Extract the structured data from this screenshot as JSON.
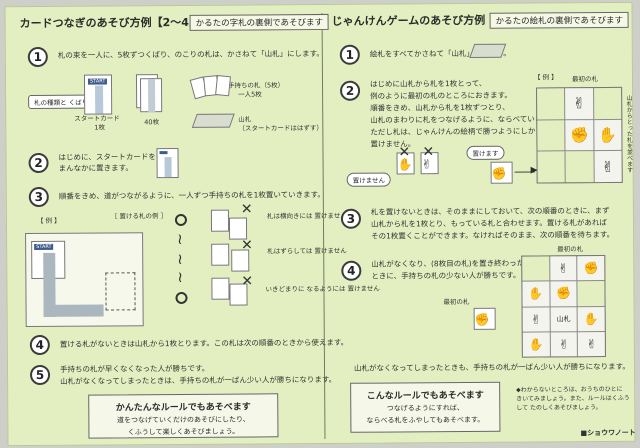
{
  "left": {
    "title": "カードつなぎのあそび方例【2〜4人用】",
    "subtitle": "かるたの字札の裏側であそびます",
    "steps": [
      {
        "num": "1",
        "line1": "札の束を一人に、5枚ずつくばり、のこりの札は、かさねて「山札」にします。"
      },
      {
        "num": "2",
        "line1": "はじめに、スタートカードを",
        "line2": "まんなかに置きます。"
      },
      {
        "num": "3",
        "line1": "順番をきめ、道がつながるように、一人ずつ手持ちの札を1枚置いていきます。"
      },
      {
        "num": "4",
        "line1": "置ける札がないときは山札から1枚とります。この札は次の順番のときから使えます。"
      },
      {
        "num": "5",
        "line1": "手持ちの札が早くなくなった人が勝ちです。",
        "line2": "山札がなくなってしまったときは、手持ちの札が一ばん少い人が勝ちになります。"
      }
    ],
    "diagram1": {
      "label_kinds": "札の種類と くばり方",
      "start_card": "スタートカード",
      "start_count": "1枚",
      "road_cards": "40枚",
      "hand_label": "手持ちの札（5枚）",
      "hand_label2": "一人5枚",
      "yamafuda": "山札",
      "yamafuda_note": "（スタートカードははずす）"
    },
    "example_label": "【 例 】",
    "placeable_label": "［ 置ける札の例 ］",
    "rules": [
      "札は横向きには 置けません",
      "札はずらしては 置けません",
      "いきどまりに なるようには 置けません"
    ],
    "box": {
      "title": "かんたんなルールでもあそべます",
      "line1": "道をつなげていくだけのあそびにしたり、",
      "line2": "くふうして楽しくあそびましょう。"
    }
  },
  "right": {
    "title": "じゃんけんゲームのあそび方例【2〜4人用】",
    "subtitle": "かるたの絵札の裏側であそびます",
    "steps": [
      {
        "num": "1",
        "line1": "絵札をすべてかさねて「山札」にします。"
      },
      {
        "num": "2",
        "line1": "はじめに山札から札を1枚とって、",
        "line2": "例のように最初の札のところにおきます。",
        "line3": "順番をきめ、山札から札を1枚ずつとり、",
        "line4": "山札のまわりに札をつなげるように、ならべていきます。",
        "line5": "ただし札は、じゃんけんの絵柄で勝つようにしか",
        "line6": "置けません。"
      },
      {
        "num": "3",
        "line1": "札を置けないときは、そのままにしておいて、次の順番のときに、まず",
        "line2": "山札から札を1枚とり、もっている札と合わせます。置ける札があれば",
        "line3": "その1枚置くことができます。なければそのまま、次の順番を待ちます。"
      },
      {
        "num": "4",
        "line1": "山札がなくなり、(8枚目の札)を置き終わった",
        "line2": "ときに、手持ちの札の少ない人が勝ちです。"
      }
    ],
    "example_label": "【 例 】",
    "first_card_label": "最初の札",
    "first_card_label2": "最初の札",
    "cannot_place": "置けません",
    "can_place": "置けます",
    "yamafuda": "山札",
    "side_note": "山札からとった札を並べます",
    "end_line": "山札がなくなってしまったときも、手持ちの札が一ばん少い人が勝ちになります。",
    "box": {
      "title": "こんなルールでもあそべます",
      "line1": "つなげるようにすれば、",
      "line2": "ならべる札をふやしてもあそべます。"
    },
    "note": "◆わからないところは、おうちのひとに きいてみましょう。また、ルールはくふうして たのしくあそびましょう。",
    "brand": "■ショウワノート"
  }
}
